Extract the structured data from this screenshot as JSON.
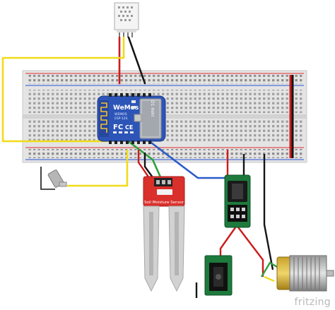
{
  "wemos": {
    "brand": "WeMos",
    "model_line1": "D1 mini",
    "model_line2": "WEMOS",
    "chip_text": "ESP-12S",
    "fcc_mark": "FC",
    "ce_mark": "CE"
  },
  "soil_sensor": {
    "label": "Soil Moisture Sensor"
  },
  "watermark": "fritzing",
  "colors": {
    "wire_red": "#cc1b1b",
    "wire_black": "#151515",
    "wire_yellow": "#f0dc19",
    "wire_green": "#2e9f3c",
    "wire_blue": "#2a5cc9",
    "board_blue": "#2d55b8",
    "sensor_red": "#d9302c",
    "relay_green": "#1d7a3c",
    "breadboard": "#e6e6e6"
  }
}
